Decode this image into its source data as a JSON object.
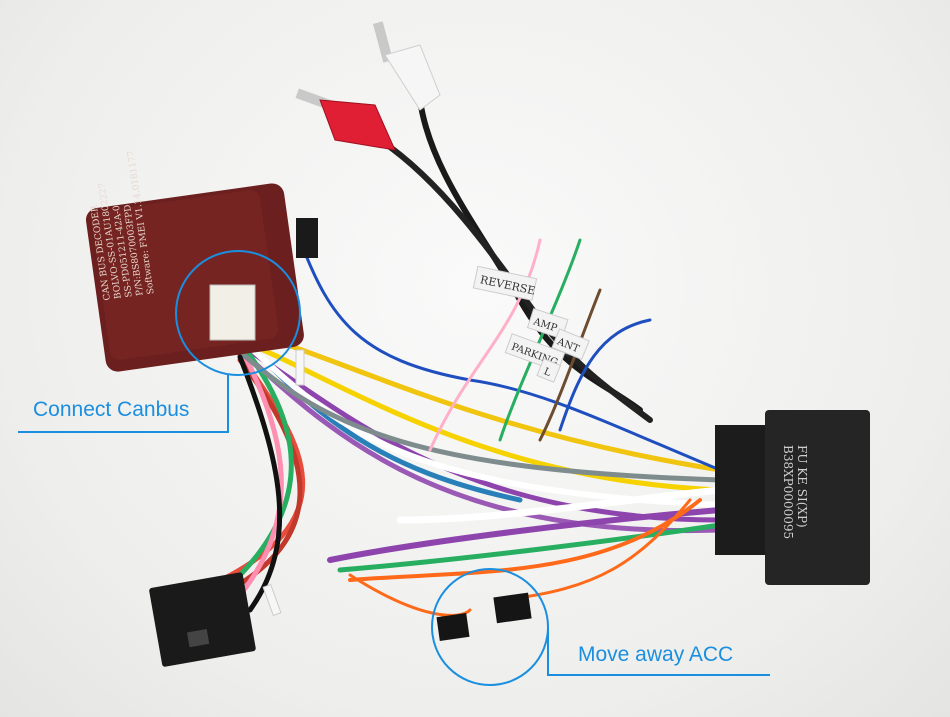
{
  "annotations": {
    "canbus_label": "Connect Canbus",
    "acc_label": "Move away ACC"
  },
  "decoder_box": {
    "line1": "CAN BUS DECODER",
    "line2": "BOLVO-SS-01AU1802227",
    "line3": "SS-PD051211-42A-0",
    "line4": "P/N:BS8070003FPD",
    "line5": "Software: FMEI V1.14.0181177"
  },
  "wire_tags": {
    "reverse": "REVERSE",
    "amp": "AMP",
    "parking": "PARKING",
    "ant": "ANT",
    "extra": "L"
  },
  "main_connector": {
    "line1": "FU KE SI(XP)",
    "line2": "B38XP0000095"
  },
  "colors": {
    "annotation_blue": "#1a8fe0",
    "decoder_brown": "#6b1f1e",
    "connector_black": "#1c1c1c"
  }
}
